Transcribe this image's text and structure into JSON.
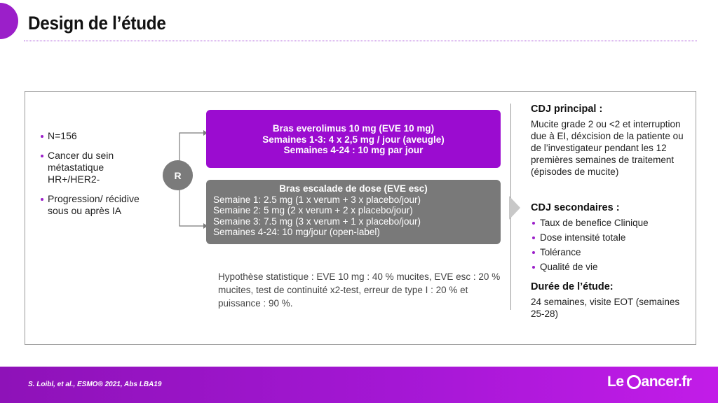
{
  "slide": {
    "title": "Design de l’étude",
    "accent_color": "#9b0cd0"
  },
  "population": {
    "items": [
      "N=156",
      "Cancer du sein métastatique HR+/HER2-",
      "Progression/ récidive sous ou après IA"
    ]
  },
  "randomization": {
    "label": "R"
  },
  "arms": {
    "eve": {
      "lines": [
        "Bras everolimus 10 mg (EVE 10 mg)",
        "Semaines 1-3: 4 x 2,5 mg / jour (aveugle)",
        "Semaines 4-24 : 10 mg par jour"
      ]
    },
    "esc": {
      "title": "Bras escalade de dose (EVE esc)",
      "lines": [
        "Semaine 1: 2.5 mg (1 x verum + 3 x placebo/jour)",
        "Semaine 2: 5 mg (2 x verum + 2 x placebo/jour)",
        "Semaine 3: 7.5 mg (3 x verum + 1 x placebo/jour)",
        "Semaines 4-24: 10 mg/jour (open-label)"
      ]
    }
  },
  "hypothesis": {
    "text": "Hypothèse statistique : EVE 10 mg : 40 % mucites, EVE esc : 20 % mucites, test de continuité x2-test, erreur de type I : 20 % et puissance : 90 %."
  },
  "endpoints": {
    "primary_title": "CDJ principal :",
    "primary_text": "Mucite grade 2 ou <2 et interruption due à EI, déxcision de la patiente ou de l’investigateur pendant les 12 premières semaines de traitement (épisodes de mucite)",
    "secondary_title": "CDJ secondaires :",
    "secondary_items": [
      "Taux de benefice Clinique",
      "Dose intensité totale",
      "Tolérance",
      "Qualité de vie"
    ],
    "duration_title": "Durée de l’étude:",
    "duration_text": "24 semaines, visite EOT (semaines 25-28)"
  },
  "footer": {
    "citation": "S. Loibl, et al., ESMO® 2021, Abs LBA19",
    "logo_left": "Le",
    "logo_right": "ancer.fr"
  }
}
